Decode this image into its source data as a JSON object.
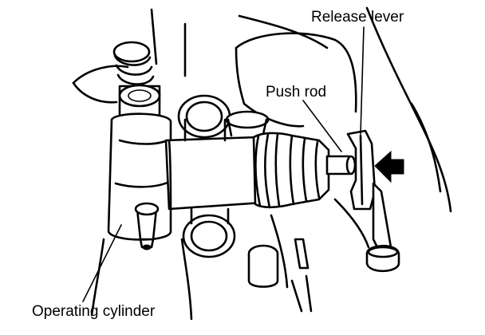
{
  "labels": {
    "release_lever": "Release lever",
    "push_rod": "Push rod",
    "operating_cylinder": "Operating cylinder"
  },
  "colors": {
    "ink": "#000000",
    "background": "#ffffff"
  },
  "icons": {
    "arrow": "push-direction-arrow-icon"
  }
}
